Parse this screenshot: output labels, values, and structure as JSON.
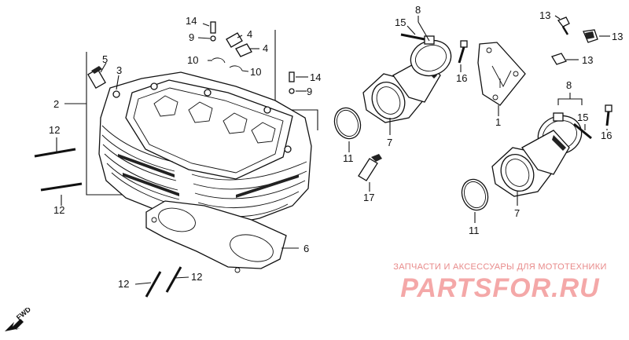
{
  "diagram": {
    "callouts": [
      {
        "id": "c14a",
        "text": "14"
      },
      {
        "id": "c9a",
        "text": "9"
      },
      {
        "id": "c4a",
        "text": "4"
      },
      {
        "id": "c4b",
        "text": "4"
      },
      {
        "id": "c10a",
        "text": "10"
      },
      {
        "id": "c10b",
        "text": "10"
      },
      {
        "id": "c5",
        "text": "5"
      },
      {
        "id": "c3",
        "text": "3"
      },
      {
        "id": "c2",
        "text": "2"
      },
      {
        "id": "c12a",
        "text": "12"
      },
      {
        "id": "c12b",
        "text": "12"
      },
      {
        "id": "c12c",
        "text": "12"
      },
      {
        "id": "c12d",
        "text": "12"
      },
      {
        "id": "c14b",
        "text": "14"
      },
      {
        "id": "c9b",
        "text": "9"
      },
      {
        "id": "c6",
        "text": "6"
      },
      {
        "id": "c8a",
        "text": "8"
      },
      {
        "id": "c15a",
        "text": "15"
      },
      {
        "id": "c16a",
        "text": "16"
      },
      {
        "id": "c7a",
        "text": "7"
      },
      {
        "id": "c11a",
        "text": "11"
      },
      {
        "id": "c17",
        "text": "17"
      },
      {
        "id": "c13a",
        "text": "13"
      },
      {
        "id": "c13b",
        "text": "13"
      },
      {
        "id": "c13c",
        "text": "13"
      },
      {
        "id": "c1",
        "text": "1"
      },
      {
        "id": "c8b",
        "text": "8"
      },
      {
        "id": "c15b",
        "text": "15"
      },
      {
        "id": "c16b",
        "text": "16"
      },
      {
        "id": "c7b",
        "text": "7"
      },
      {
        "id": "c11b",
        "text": "11"
      }
    ],
    "fwd_label": "FWD"
  },
  "watermark": {
    "caption": "ЗАПЧАСТИ И АКСЕССУАРЫ ДЛЯ МОТОТЕХНИКИ",
    "logo": "PARTSFOR.RU"
  }
}
